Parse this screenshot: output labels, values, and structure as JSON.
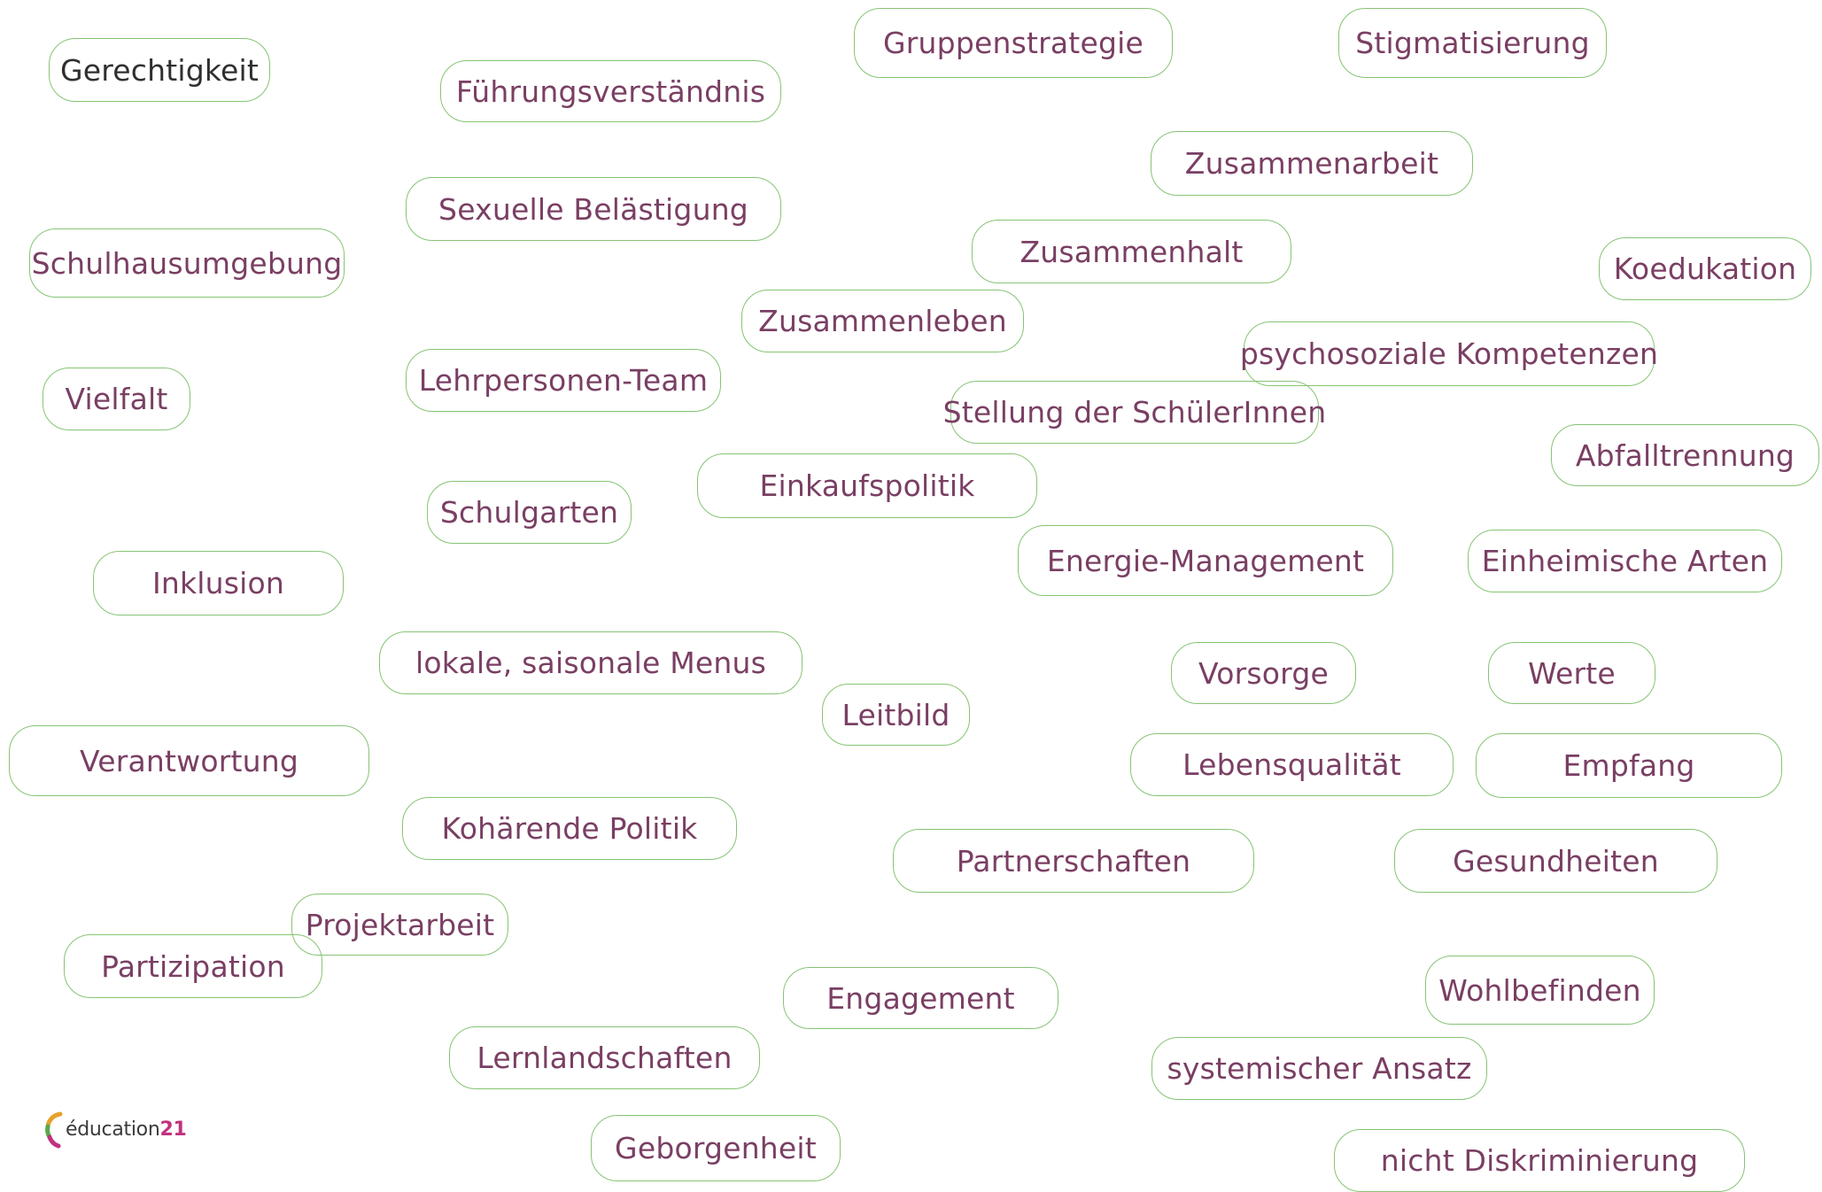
{
  "tags": [
    "Gerechtigkeit",
    "Führungsverständnis",
    "Gruppenstrategie",
    "Stigmatisierung",
    "Zusammenarbeit",
    "Sexuelle Belästigung",
    "Zusammenhalt",
    "Schulhausumgebung",
    "Koedukation",
    "Zusammenleben",
    "psychosoziale Kompetenzen",
    "Lehrpersonen-Team",
    "Vielfalt",
    "Stellung der SchülerInnen",
    "Abfalltrennung",
    "Einkaufspolitik",
    "Schulgarten",
    "Energie-Management",
    "Einheimische Arten",
    "Inklusion",
    "lokale, saisonale Menus",
    "Vorsorge",
    "Werte",
    "Leitbild",
    "Verantwortung",
    "Lebensqualität",
    "Empfang",
    "Kohärende Politik",
    "Partnerschaften",
    "Gesundheiten",
    "Projektarbeit",
    "Partizipation",
    "Wohlbefinden",
    "Engagement",
    "Lernlandschaften",
    "systemischer Ansatz",
    "Geborgenheit",
    "nicht Diskriminierung"
  ],
  "logo": {
    "text": "éducation",
    "number": "21"
  },
  "colors": {
    "border": "#86c474",
    "text": "#7a3f63",
    "first_text": "#2f2f2f"
  }
}
